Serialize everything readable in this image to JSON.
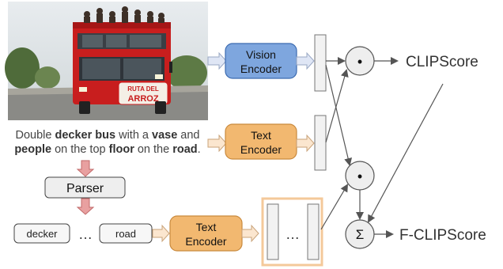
{
  "image": {
    "photo_alt": "red double decker bus carrying people on its roof",
    "bus_sign_line1": "RUTA DEL",
    "bus_sign_line2": "ARROZ"
  },
  "caption": {
    "line1": [
      {
        "text": "Double ",
        "bold": false
      },
      {
        "text": "decker bus",
        "bold": true
      },
      {
        "text": " with a ",
        "bold": false
      },
      {
        "text": "vase",
        "bold": true
      },
      {
        "text": " and",
        "bold": false
      }
    ],
    "line2": [
      {
        "text": "people",
        "bold": true
      },
      {
        "text": " on the top ",
        "bold": false
      },
      {
        "text": "floor",
        "bold": true
      },
      {
        "text": " on the ",
        "bold": false
      },
      {
        "text": "road",
        "bold": true
      },
      {
        "text": ".",
        "bold": false
      }
    ]
  },
  "boxes": {
    "vision_encoder_line1": "Vision",
    "vision_encoder_line2": "Encoder",
    "text_encoder_line1": "Text",
    "text_encoder_line2": "Encoder",
    "text_encoder2_line1": "Text",
    "text_encoder2_line2": "Encoder",
    "parser": "Parser",
    "phrase_first": "decker",
    "phrase_last": "road",
    "ellipsis": "…",
    "embed_ellipsis": "…"
  },
  "ops": {
    "dot": "•",
    "sum": "Σ"
  },
  "outputs": {
    "clipscore": "CLIPScore",
    "fclipscore": "F-CLIPScore"
  },
  "colors": {
    "vision_fill": "#7ea6de",
    "vision_stroke": "#3c6bb0",
    "text_fill": "#f2b870",
    "text_stroke": "#c98a3e",
    "parser_fill": "#eeeeee",
    "arrow_red": "#e8a0a0",
    "arrow_red_stroke": "#c26a6a",
    "highlight_box": "#f4c99a"
  }
}
